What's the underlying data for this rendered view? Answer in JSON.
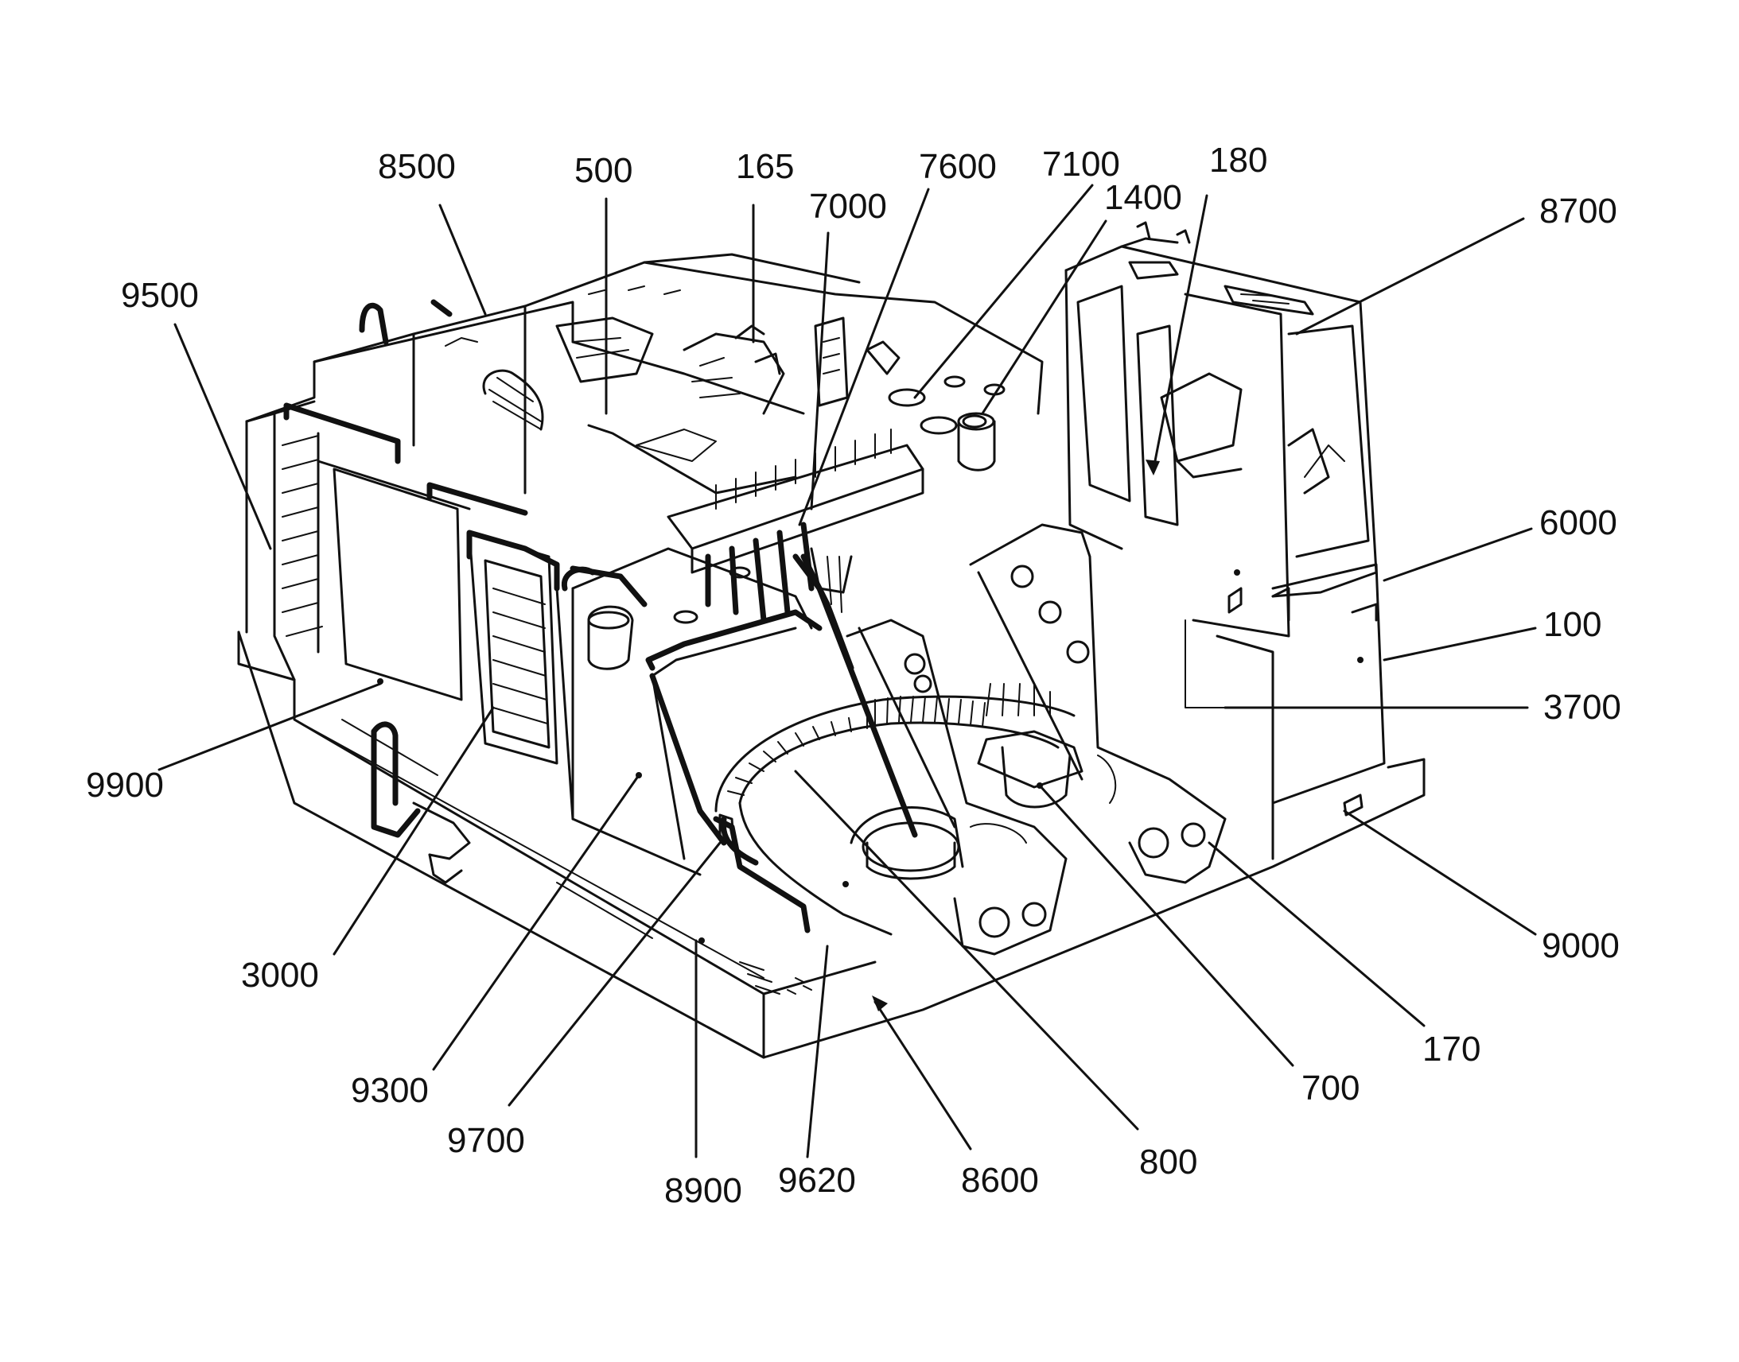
{
  "figure": {
    "subject": "upper structure of excavator with reference numerals",
    "colors": {
      "ink": "#111111",
      "paper": "#ffffff"
    }
  },
  "callouts": [
    {
      "id": "8500",
      "text": "8500"
    },
    {
      "id": "500",
      "text": "500"
    },
    {
      "id": "165",
      "text": "165"
    },
    {
      "id": "7600",
      "text": "7600"
    },
    {
      "id": "7100",
      "text": "7100"
    },
    {
      "id": "180",
      "text": "180"
    },
    {
      "id": "7000",
      "text": "7000"
    },
    {
      "id": "1400",
      "text": "1400"
    },
    {
      "id": "8700",
      "text": "8700"
    },
    {
      "id": "9500",
      "text": "9500"
    },
    {
      "id": "6000",
      "text": "6000"
    },
    {
      "id": "100",
      "text": "100"
    },
    {
      "id": "3700",
      "text": "3700"
    },
    {
      "id": "9900",
      "text": "9900"
    },
    {
      "id": "9000",
      "text": "9000"
    },
    {
      "id": "3000",
      "text": "3000"
    },
    {
      "id": "170",
      "text": "170"
    },
    {
      "id": "700",
      "text": "700"
    },
    {
      "id": "9300",
      "text": "9300"
    },
    {
      "id": "800",
      "text": "800"
    },
    {
      "id": "9700",
      "text": "9700"
    },
    {
      "id": "8900",
      "text": "8900"
    },
    {
      "id": "9620",
      "text": "9620"
    },
    {
      "id": "8600",
      "text": "8600"
    }
  ]
}
